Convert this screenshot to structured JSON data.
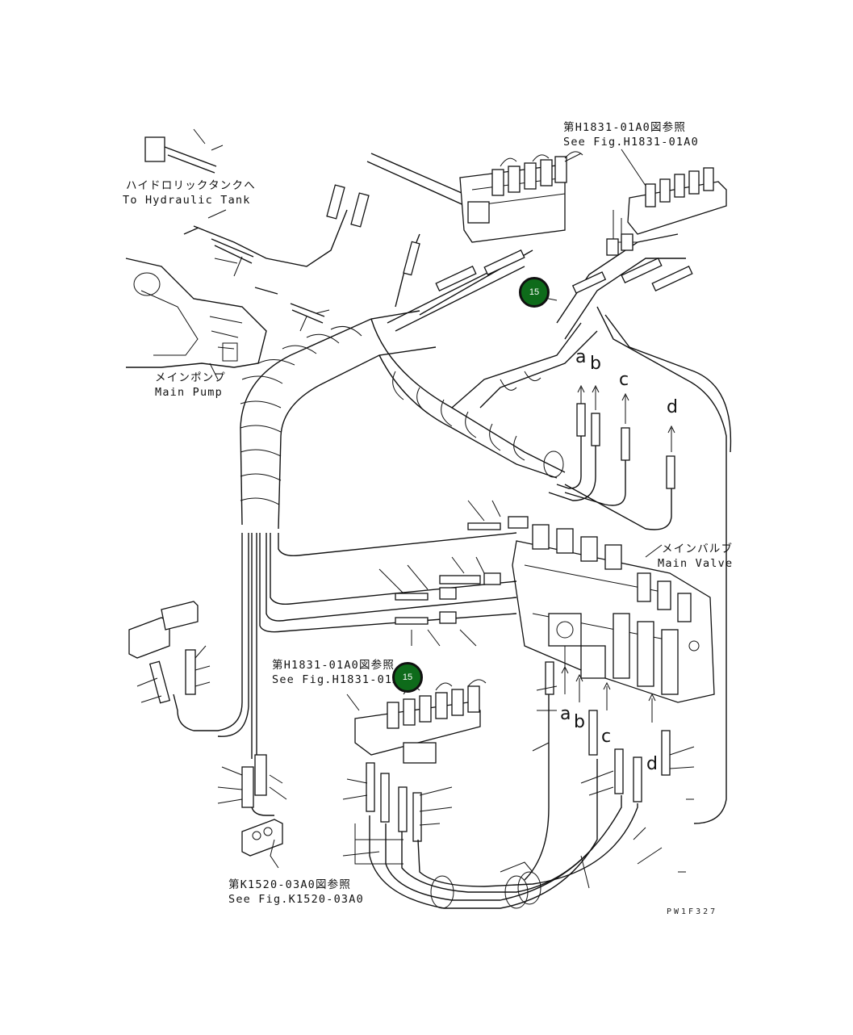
{
  "labels": {
    "ref_h1831_top_jp": "第H1831-01A0図参照",
    "ref_h1831_top_en": "See Fig.H1831-01A0",
    "hydraulic_tank_jp": "ハイドロリックタンクへ",
    "hydraulic_tank_en": "To Hydraulic Tank",
    "main_pump_jp": "メインポンプ",
    "main_pump_en": "Main Pump",
    "main_valve_jp": "メインバルブ",
    "main_valve_en": "Main Valve",
    "ref_h1831_mid_jp": "第H1831-01A0図参照",
    "ref_h1831_mid_en": "See Fig.H1831-01A0",
    "ref_k1520_jp": "第K1520-03A0図参照",
    "ref_k1520_en": "See Fig.K1520-03A0",
    "drawing_code": "PW1F327"
  },
  "connection_letters": {
    "top": [
      "a",
      "b",
      "c",
      "d"
    ],
    "bottom": [
      "a",
      "b",
      "c",
      "d"
    ]
  },
  "callouts": [
    {
      "number": "15"
    },
    {
      "number": "15"
    }
  ],
  "colors": {
    "callout_fill": "#0e6b1a",
    "line": "#111111"
  }
}
